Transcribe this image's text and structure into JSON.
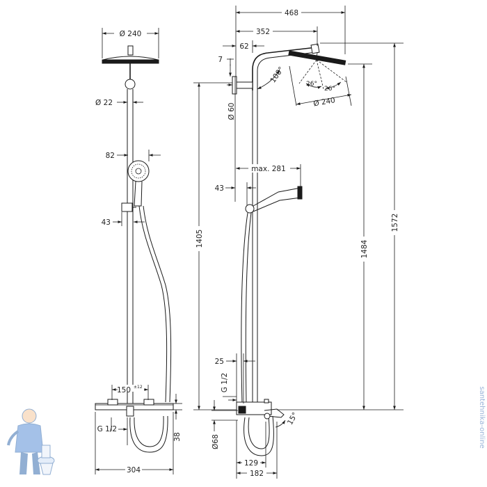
{
  "front_view": {
    "head_diameter": "Ø 240",
    "pipe_diameter": "Ø 22",
    "hand_shower_offset": "82",
    "holder_offset": "43",
    "inlet_spacing": "150",
    "inlet_spacing_tolerance": "±12",
    "inlet_thread": "G 1/2",
    "mixer_height": "38",
    "mixer_width": "304"
  },
  "side_view": {
    "overall_depth": "468",
    "arm_length": "352",
    "head_offset": "62",
    "top_offset": "7",
    "head_angle": "100°",
    "swivel_angle_1": "26°",
    "swivel_angle_2": "26°",
    "head_diameter": "Ø 240",
    "wall_bracket_diameter": "Ø 60",
    "hand_shower_reach": "max. 281",
    "holder_offset": "43",
    "height_mixer_to_bracket": "1405",
    "height_mixer_to_head": "1484",
    "overall_height": "1572",
    "wall_offset": "25",
    "thread": "G 1/2",
    "escutcheon_diameter": "Ø68",
    "spout_angle": "15°",
    "spout_projection_1": "129",
    "spout_projection_2": "182"
  },
  "watermark": "santehnika-online"
}
